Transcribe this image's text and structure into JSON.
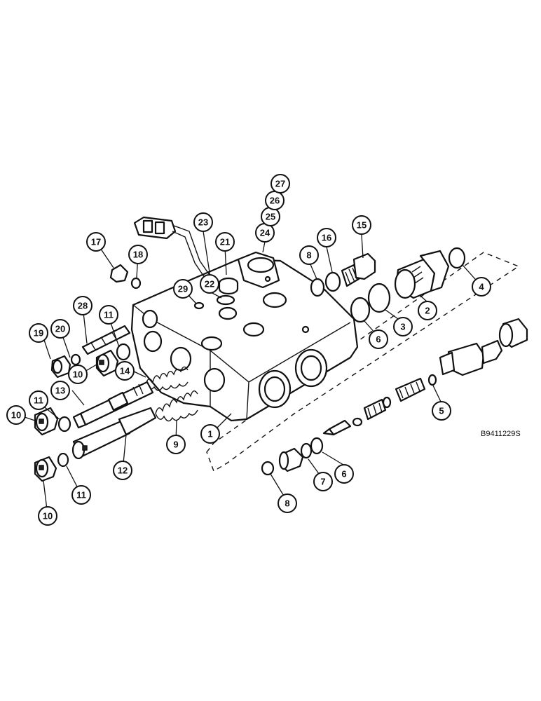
{
  "figure_code": "B9411229S",
  "callout_labels": {
    "c1": "1",
    "c2": "2",
    "c3": "3",
    "c4": "4",
    "c5": "5",
    "c6a": "6",
    "c6b": "6",
    "c7": "7",
    "c8a": "8",
    "c8b": "8",
    "c9": "9",
    "c10a": "10",
    "c10b": "10",
    "c10c": "10",
    "c11a": "11",
    "c11b": "11",
    "c11c": "11",
    "c12": "12",
    "c13": "13",
    "c14": "14",
    "c15": "15",
    "c16": "16",
    "c17": "17",
    "c18": "18",
    "c19": "19",
    "c20": "20",
    "c21": "21",
    "c22": "22",
    "c23": "23",
    "c24": "24",
    "c25": "25",
    "c26": "26",
    "c27": "27",
    "c28": "28",
    "c29": "29"
  }
}
